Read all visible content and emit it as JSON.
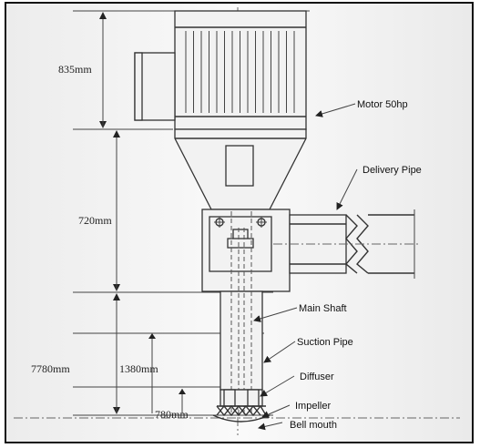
{
  "dimensions": {
    "motor_height": "835mm",
    "head_height": "720mm",
    "total_height": "7780mm",
    "column_height": "1380mm",
    "bowl_height": "780mm"
  },
  "callouts": {
    "motor": "Motor 50hp",
    "delivery_pipe": "Delivery Pipe",
    "main_shaft": "Main Shaft",
    "suction_pipe": "Suction Pipe",
    "diffuser": "Diffuser",
    "impeller": "Impeller",
    "bell_mouth": "Bell mouth"
  }
}
